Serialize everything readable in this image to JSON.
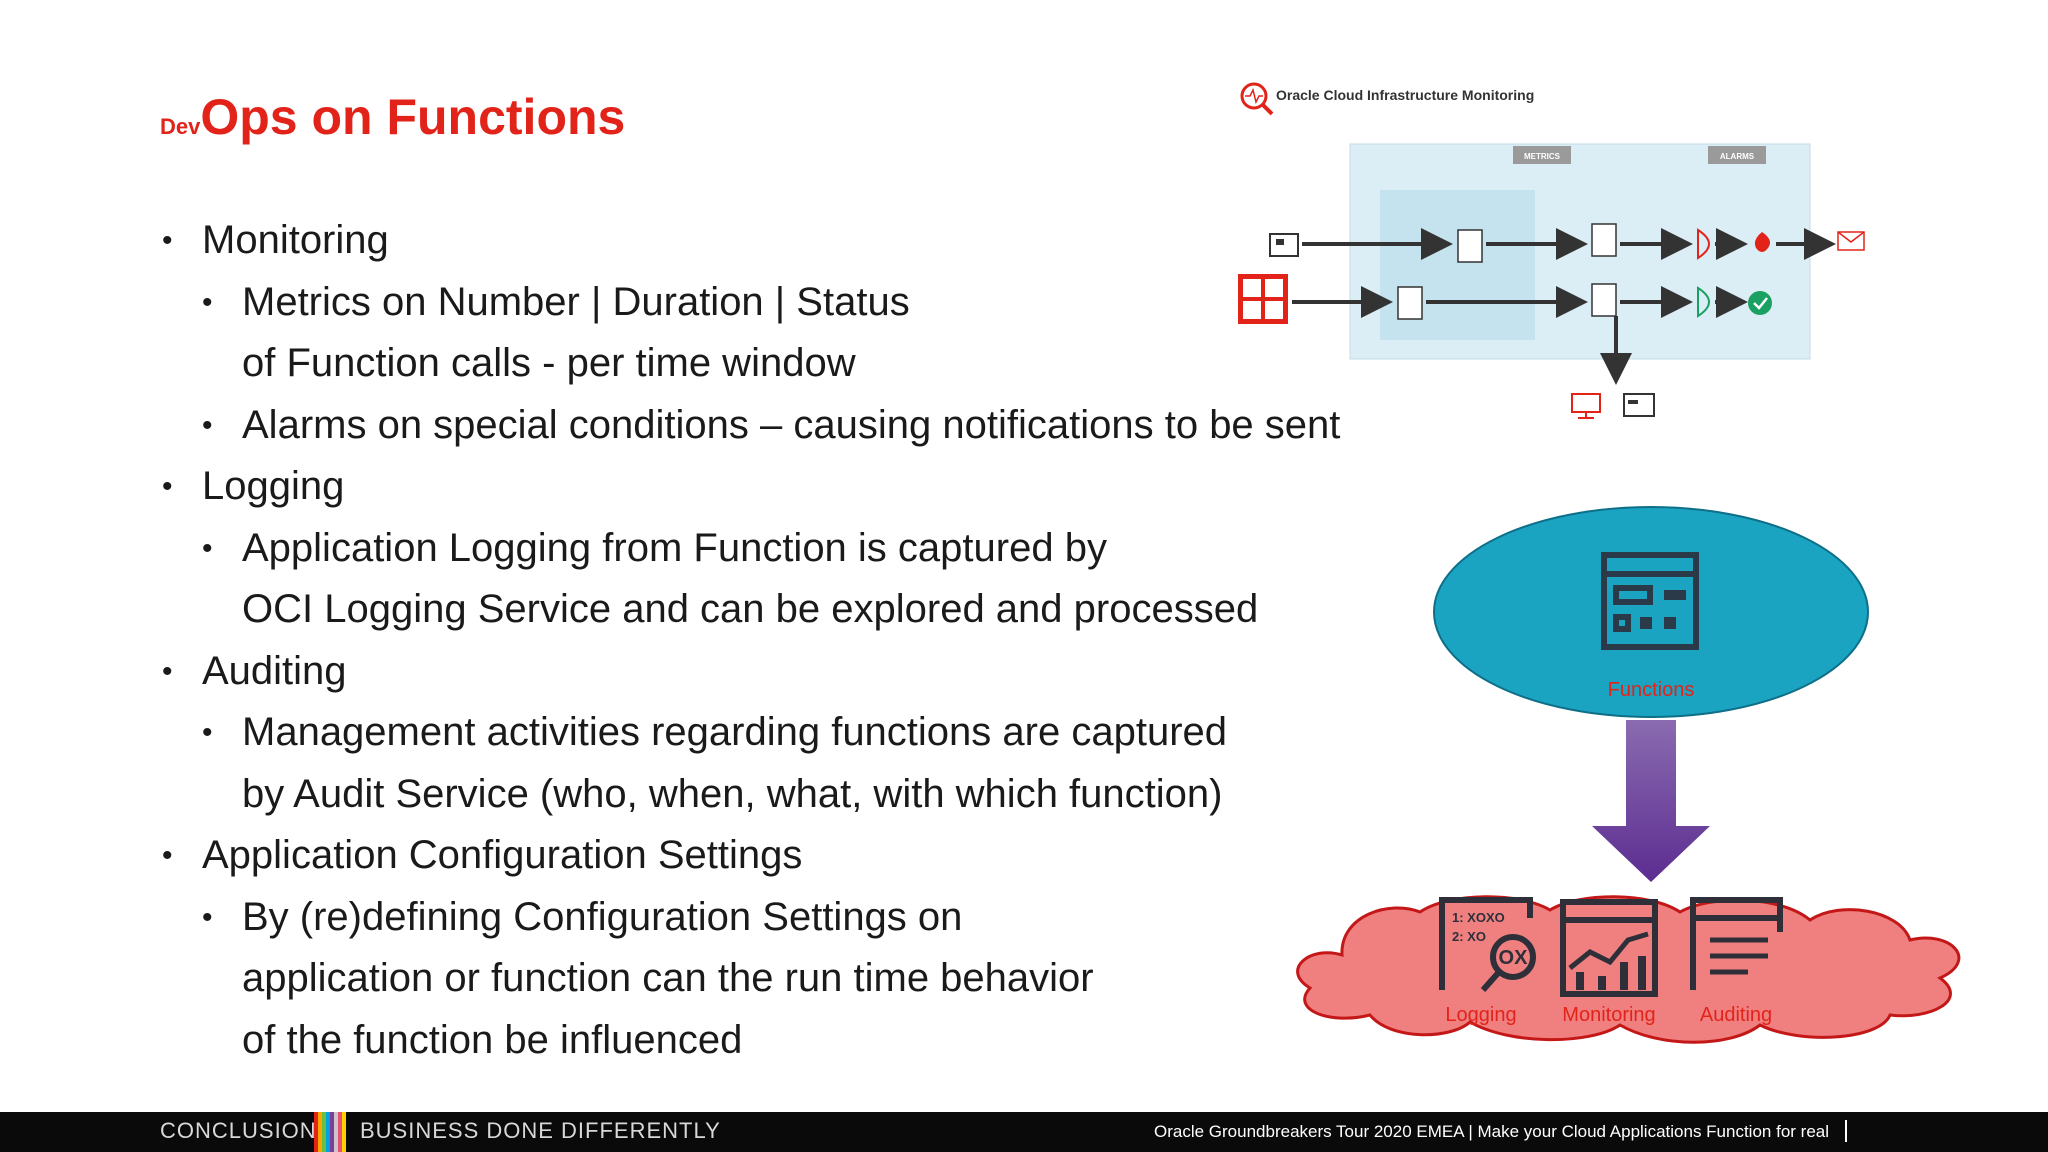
{
  "slide": {
    "title_prefix": "Dev",
    "title_main": "Ops on Functions",
    "bullets": [
      {
        "level": 1,
        "lines": [
          "Monitoring"
        ]
      },
      {
        "level": 2,
        "lines": [
          "Metrics on Number | Duration | Status",
          "of Function calls - per time window"
        ]
      },
      {
        "level": 2,
        "lines": [
          "Alarms on special conditions – causing notifications to be sent"
        ]
      },
      {
        "level": 1,
        "lines": [
          "Logging"
        ]
      },
      {
        "level": 2,
        "lines": [
          "Application Logging from Function is captured by",
          "OCI Logging Service and can be explored and processed"
        ]
      },
      {
        "level": 1,
        "lines": [
          "Auditing"
        ]
      },
      {
        "level": 2,
        "lines": [
          "Management activities regarding functions are captured",
          "by Audit Service (who, when, what, with which function)"
        ]
      },
      {
        "level": 1,
        "lines": [
          "Application Configuration Settings"
        ]
      },
      {
        "level": 2,
        "lines": [
          "By (re)defining Configuration Settings on",
          "application or function can the run time behavior",
          "of the function be influenced"
        ]
      }
    ]
  },
  "monitoring_figure": {
    "title": "Oracle Cloud Infrastructure Monitoring",
    "metrics_label": "METRICS",
    "alarms_label": "ALARMS",
    "icon_names": [
      "monitoring-magnifier-icon",
      "document-icon",
      "alarm-gate-icon",
      "fire-icon",
      "check-icon",
      "message-icon",
      "console-icon",
      "cli-icon"
    ]
  },
  "functions_figure": {
    "functions_label": "Functions",
    "services": [
      "Logging",
      "Monitoring",
      "Auditing"
    ],
    "logging_icon_text": [
      "1: XOXO",
      "2: XO",
      "OX"
    ],
    "colors": {
      "ellipse": "#1ba4c2",
      "cloud": "#f08080",
      "arrow": "#6a3d9a",
      "label": "#e2231a",
      "icon": "#2f2f3a"
    }
  },
  "footer": {
    "left": "CONCLUSION",
    "left2": "BUSINESS DONE DIFFERENTLY",
    "right": "Oracle Groundbreakers Tour 2020 EMEA | Make your Cloud Applications Function for real",
    "stripe_colors": [
      "#e2231a",
      "#f7a600",
      "#6dbe45",
      "#00a3e0",
      "#7f3f98",
      "#c8c8c8",
      "#e94e77",
      "#ffd200"
    ]
  }
}
